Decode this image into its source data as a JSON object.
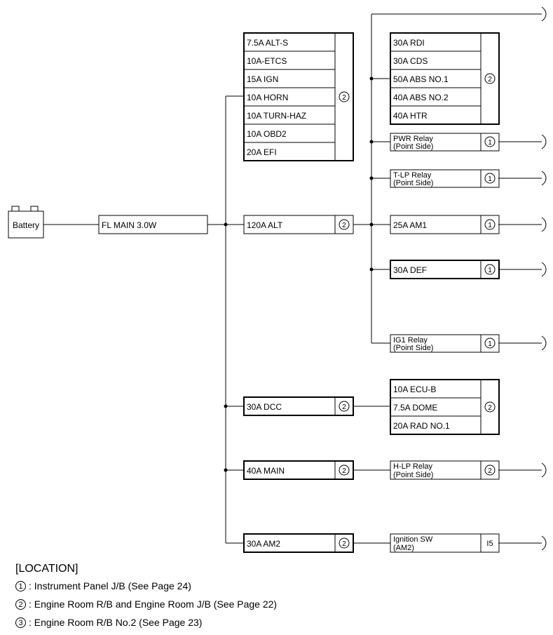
{
  "battery": {
    "label": "Battery"
  },
  "fl_main": {
    "label": "FL MAIN 3.0W"
  },
  "group_a": {
    "fuses": [
      "7.5A ALT-S",
      "10A-ETCS",
      "15A IGN",
      "10A HORN",
      "10A TURN-HAZ",
      "10A OBD2",
      "20A EFI"
    ],
    "loc": "2"
  },
  "alt": {
    "label": "120A ALT",
    "loc": "2"
  },
  "group_b": {
    "fuses": [
      "30A RDI",
      "30A CDS",
      "50A ABS NO.1",
      "40A ABS NO.2",
      "40A HTR"
    ],
    "loc": "2"
  },
  "pwr_relay": {
    "line1": "PWR Relay",
    "line2": "(Point Side)",
    "loc": "1"
  },
  "tlp_relay": {
    "line1": "T-LP Relay",
    "line2": "(Point Side)",
    "loc": "1"
  },
  "am1": {
    "label": "25A AM1",
    "loc": "1"
  },
  "def": {
    "label": "30A DEF",
    "loc": "1"
  },
  "ig1_relay": {
    "line1": "IG1 Relay",
    "line2": "(Point Side)",
    "loc": "1"
  },
  "dcc": {
    "label": "30A DCC",
    "loc": "2"
  },
  "group_c": {
    "fuses": [
      "10A ECU-B",
      "7.5A DOME",
      "20A RAD NO.1"
    ],
    "loc": "2"
  },
  "main": {
    "label": "40A MAIN",
    "loc": "2"
  },
  "hlp_relay": {
    "line1": "H-LP Relay",
    "line2": "(Point Side)",
    "loc": "2"
  },
  "am2": {
    "label": "30A AM2",
    "loc": "2"
  },
  "ign_sw": {
    "line1": "Ignition SW",
    "line2": "(AM2)",
    "loc": "I5"
  },
  "legend": {
    "title": "[LOCATION]",
    "items": [
      {
        "num": "1",
        "text": ": Instrument Panel J/B (See Page 24)"
      },
      {
        "num": "2",
        "text": ": Engine Room R/B and Engine Room J/B (See Page 22)"
      },
      {
        "num": "3",
        "text": ": Engine Room R/B No.2 (See Page 23)"
      }
    ]
  }
}
